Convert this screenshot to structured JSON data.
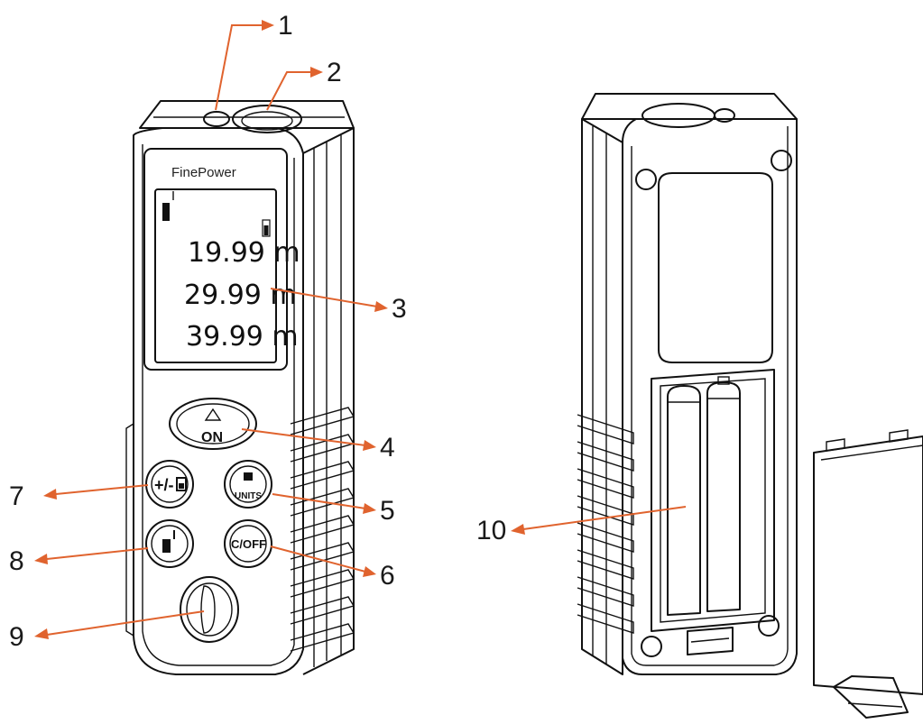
{
  "device": {
    "brand": "FinePower",
    "readings": [
      "19.99 m",
      "29.99 m",
      "39.99 m"
    ],
    "buttons": {
      "on": "ON",
      "units": "UNITS",
      "clear_off": "C/OFF"
    }
  },
  "callouts": [
    {
      "id": "1",
      "label": "1"
    },
    {
      "id": "2",
      "label": "2"
    },
    {
      "id": "3",
      "label": "3"
    },
    {
      "id": "4",
      "label": "4"
    },
    {
      "id": "5",
      "label": "5"
    },
    {
      "id": "6",
      "label": "6"
    },
    {
      "id": "7",
      "label": "7"
    },
    {
      "id": "8",
      "label": "8"
    },
    {
      "id": "9",
      "label": "9"
    },
    {
      "id": "10",
      "label": "10"
    }
  ],
  "colors": {
    "arrow": "#e0632e",
    "outline": "#111111",
    "background": "#ffffff"
  }
}
